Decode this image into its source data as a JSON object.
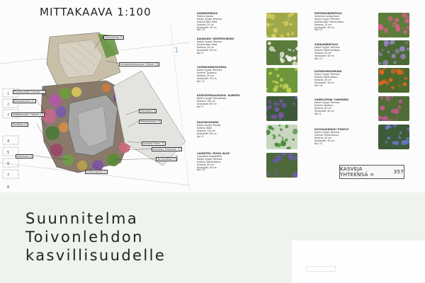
{
  "sheet": {
    "scale_title": "MITTAKAAVA 1:100",
    "main_title": [
      "Suunnitelma",
      "Toivonlehdon",
      "kasvillisuudelle"
    ],
    "total": {
      "label": "KASVEJA YHTEENSÄ =",
      "value": "357"
    },
    "plan_markers": [
      "1",
      "2",
      "1",
      "2",
      "3",
      "4",
      "5",
      "6",
      "7",
      "8"
    ]
  },
  "callouts": [
    "Sammalkirjo (?)",
    "Kivikkolehtokuusama 'Vidmar' (?)",
    "Punakaunokki 'Camden' (?)",
    "Kaukasianarho (?)",
    "Valkokaunokki 'Carmen' (?)",
    "Ruskolilja (?)",
    "Heinäsara (?)",
    "Päivänkakkara (?)",
    "Sinirikko 'Ritva' (?)",
    "Sinivarpu 'Pruhonice' (?)",
    "Tarhaneilikka (?)",
    "Heinäsara (?)",
    "Kultakuusama (?)"
  ],
  "species": [
    {
      "name": "KURJENMIEKKA",
      "lines": [
        "Festuca glauca",
        "Kasvin tyyppi: Perenna",
        "Kukinta-aika: Kesä",
        "Korkeus: 20 cm",
        "Istutusväli: 30 cm",
        "Kpl: 14"
      ]
    },
    {
      "name": "PAPERIKURJENPOLVI",
      "lines": [
        "Geranium sanguineum",
        "Kasvin tyyppi: Perenna",
        "Kukinta-aika: Heinä-elokuu",
        "Korkeus: 25 cm",
        "Istutusväli: 30 cm",
        "Kpl: 12"
      ]
    },
    {
      "name": "KAUNOKKI 'SEMPERVIRENS'",
      "lines": [
        "Kasvin tyyppi: Perenna",
        "Kukinta-aika: Kesä",
        "Korkeus: 40 cm",
        "Istutusväli: 40 cm",
        "Kpl: 9"
      ]
    },
    {
      "name": "SINIKURJENPOLVI",
      "lines": [
        "Kasvin tyyppi: Perenna",
        "Kukinta: Kesä-heinäkuu",
        "Korkeus: 40 cm",
        "Istutusväli: 40 cm",
        "Kpl: 10"
      ]
    },
    {
      "name": "VUORIKANNUSKUKKA",
      "lines": [
        "Kasvin tyyppi: Perenna",
        "Kukinta: Toukokuu",
        "Korkeus: 20 cm",
        "Istutusväli: 30 cm",
        "Kpl: 12"
      ]
    },
    {
      "name": "KATKERORAPERUNA",
      "lines": [
        "Kasvin tyyppi: Perenna",
        "Kukinta: Kesä-elokuu",
        "Korkeus: 35 cm",
        "Istutusväli: 30 cm",
        "Kpl: 16"
      ]
    },
    {
      "name": "KÄÄPIÖPENSASKUUSI 'ALBERTA'",
      "lines": [
        "Kasvin tyyppi: Havupensas",
        "Korkeus: 100 cm",
        "Istutusväli: 80 cm",
        "Kpl: 3"
      ]
    },
    {
      "name": "VIHERLUPIINI 'CARMINEA'",
      "lines": [
        "Kasvin tyyppi: Perenna",
        "Kukinta: Kesäkuu",
        "Korkeus: 60 cm",
        "Istutusväli: 40 cm",
        "Kpl: 8"
      ]
    },
    {
      "name": "KASVIKUUSAMA",
      "lines": [
        "Kasvin tyyppi: Pensas",
        "Kukinta: Kesä",
        "Korkeus: 120 cm",
        "Istutusväli: 80 cm",
        "Kpl: 4"
      ]
    },
    {
      "name": "RUSOKAUNOKKI 'PURPLE'",
      "lines": [
        "Kasvin tyyppi: Perenna",
        "Kukinta: Heinä-elokuu",
        "Korkeus: 30 cm",
        "Istutusväli: 30 cm",
        "Kpl: 22"
      ]
    },
    {
      "name": "LAVENTELI 'ROYAL BLUE'",
      "lines": [
        "Lavandula angustifolia",
        "Kasvin tyyppi: Perenna",
        "Kukinta: Heinä-elokuu",
        "Korkeus: 40 cm",
        "Istutusväli: 30 cm",
        "Kpl: 18"
      ]
    }
  ],
  "photos": [
    {
      "name": "photo-yellow-green-mounds",
      "base": "#9fa94a",
      "dots": "#d9d264"
    },
    {
      "name": "photo-pink-flowers",
      "base": "#5d7d3a",
      "dots": "#d9608c"
    },
    {
      "name": "photo-white-flowers",
      "base": "#5a7b3c",
      "dots": "#f2f2ec"
    },
    {
      "name": "photo-purple-spikes",
      "base": "#4a6a34",
      "dots": "#9a86c8"
    },
    {
      "name": "photo-green-groundcover",
      "base": "#6e963a",
      "dots": "#c8d858"
    },
    {
      "name": "photo-orange-flowers",
      "base": "#4b6b2e",
      "dots": "#e5641f"
    },
    {
      "name": "photo-violet-bells",
      "base": "#3c5a3a",
      "dots": "#7c55a8"
    },
    {
      "name": "photo-pink-clusters",
      "base": "#4f6d35",
      "dots": "#c25a93"
    },
    {
      "name": "photo-round-shrub",
      "base": "#c9d7c0",
      "dots": "#4c8a3a"
    },
    {
      "name": "photo-blue-flowers",
      "base": "#3d5b37",
      "dots": "#6c7ad0"
    },
    {
      "name": "photo-lavender",
      "base": "#4e6a3c",
      "dots": "#6a5bb7"
    }
  ]
}
